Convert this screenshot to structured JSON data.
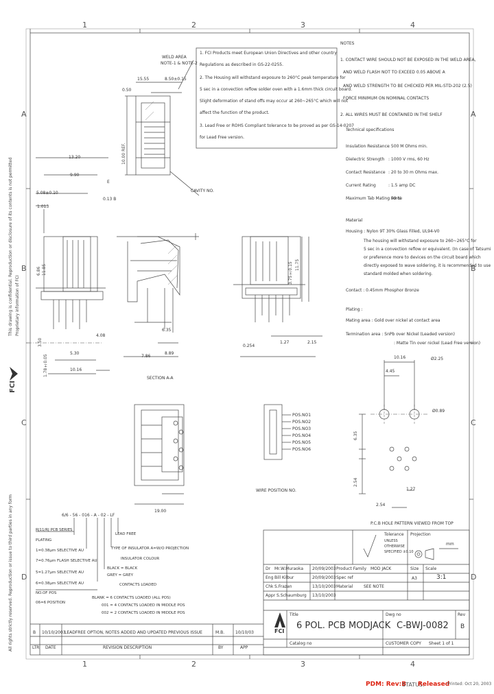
{
  "zones": {
    "top": [
      "1",
      "2",
      "3",
      "4"
    ],
    "bottom": [
      "1",
      "2",
      "3",
      "4"
    ],
    "left": [
      "A",
      "B",
      "C",
      "D"
    ],
    "right": [
      "A",
      "B",
      "C",
      "D"
    ]
  },
  "margin_notice": {
    "top": "This drawing is confidential. Reproduction or disclosure of its contents is not permitted",
    "mid": "Proprietary information of FCI",
    "bottom": "All rights strictly reserved. Reproduction or issue to third parties in any form"
  },
  "logo_side": "FCI",
  "notes_box": [
    "1. FCI Products meet European Union Directives and other country",
    "Regulations as described in GS-22-0255.",
    "2. The Housing will withstand exposure to 260°C peak temperature for",
    "5 sec in a convection reflow solder oven with a 1.6mm thick circuit board.",
    "Slight deformation of stand offs may occur at 260~265°C which will not",
    "affect the function of the product.",
    "3. Lead Free or ROHS Compliant tolerance to be proved as per GS-14-0207",
    "for Lead Free version."
  ],
  "notes_header": "NOTES",
  "notes_right": [
    "1. CONTACT WIRE SHOULD NOT BE EXPOSED IN THE WELD AREA,",
    "AND WELD FLASH NOT TO EXCEED 0.05 ABOVE A",
    "AND WELD STRENGTH TO BE CHECKED PER MIL-STD-202 (2.5)",
    "FORCE MINIMUM ON NOMINAL CONTACTS",
    "2. ALL WIRES MUST BE CONTAINED IN THE SHELF"
  ],
  "tech_spec_header": "Technical specifications",
  "tech_specs": [
    {
      "label": "Insulation Resistance",
      "value": ":  500 M Ohms min."
    },
    {
      "label": "Dielectric Strength",
      "value": ":  1000 V rms, 60 Hz"
    },
    {
      "label": "Contact Resistance",
      "value": ":  20 to 30 m Ohms max."
    },
    {
      "label": "Current Rating",
      "value": ":  1.5 amp DC"
    },
    {
      "label": "Maximum Tab Mating Force",
      "value": ":  90 N"
    }
  ],
  "material_header": "Material",
  "material_lines": [
    "Housing : Nylon 9T 30% Glass Filled, UL94-V0",
    "The housing will withstand exposure to 260~265°C for",
    "5 sec in a convection reflow or equivalent. (In case of Tatsumi",
    "or preference more to devices on the circuit board which",
    "directly exposed to wave soldering, it is recommended to use",
    "standard molded when soldering."
  ],
  "contact_line": "Contact : 0.45mm Phosphor Bronze",
  "plating_header": "Plating :",
  "plating_lines": [
    "Mating area : Gold over nickel at contact area",
    "Termination area : SnPb over Nickel (Leaded version)",
    ": Matte Tin over nickel (Lead Free version)"
  ],
  "dims": {
    "d1555": "15.55",
    "d850": "8.50±0.15",
    "weld_area": "WELD AREA",
    "note_ref": "NOTE-1 & NOTE-2",
    "d050": "0.50",
    "d1000ref": "10.00 REF.",
    "cavity": "CAVITY NO.",
    "d1320": "13.20",
    "d990": "9.90",
    "d508": "5.08±0.10",
    "d1013": "1.013",
    "e_label": "E",
    "tol013": "0.13 B",
    "d686": "6.86",
    "d1185": "11.85",
    "d350": "3.50",
    "d1780": "1.78±0.05",
    "d408": "4.08",
    "d530": "5.30",
    "d1016a": "10.16",
    "d635": "6.35",
    "d786": "7.86",
    "d889": "8.89",
    "section": "SECTION A-A",
    "d1175": "11.75",
    "d3750": "3.75±0.15",
    "d0254": "0.254",
    "d127a": "1.27",
    "d215": "2.15",
    "d1016b": "10.16",
    "d225": "Ø2.25",
    "d445": "4.45",
    "d089": "Ø0.89",
    "d635b": "6.35",
    "d254a": "2.54",
    "d127b": "1.27",
    "d254b": "2.54",
    "d1900": "19.00",
    "wire_position": "WIRE POSITION NO.",
    "pcb_hole": "P.C.B HOLE PATTERN VIEWED FROM TOP"
  },
  "wire_labels": [
    "POS.NO1",
    "POS.NO2",
    "POS.NO3",
    "POS.NO4",
    "POS.NO5",
    "POS.NO6"
  ],
  "part_code": "6/6 - 56 - 016 - A - 02 - LF",
  "part_legend": [
    "RJ11/RJ PCB SERIES",
    "PLATING",
    "1=0.38µm SELECTIVE AU",
    "7=0.76µm FLASH SELECTIVE AU",
    "5=1.27µm SELECTIVE AU",
    "6=0.38µm SELECTIVE AU",
    "NO.OF POS",
    "06=6 POSITION",
    "LEAD FREE",
    "TYPE OF INSULATOR  A=W/O PROJECTION",
    "INSULATOR COLOUR",
    "BLACK = BLACK",
    "GREY = GREY",
    "CONTACTS LOADED",
    "BLANK = 6 CONTACTS LOADED (ALL POS)",
    "001 = 4 CONTACTS LOADED IN MIDDLE POS",
    "002 = 2 CONTACTS LOADED IN MIDDLE POS"
  ],
  "revision": {
    "letter": "B",
    "date": "10/10/2003",
    "desc": "LEADFREE OPTION, NOTES ADDED AND UPDATED PREVIOUS ISSUE",
    "hdr_letter": "LTR",
    "hdr_date": "DATE",
    "hdr_desc": "REVISION DESCRIPTION",
    "hdr_by": "BY",
    "hdr_app": "APP",
    "by": "M.B.",
    "app": "10/10/03"
  },
  "title_block": {
    "tolerance": "Tolerance",
    "tol_lines": [
      "UNLESS",
      "OTHERWISE",
      "SPECIFIED ±0.10"
    ],
    "projection": "Projection",
    "unit": "mm",
    "dr_label": "Dr",
    "dr_name": "Mr.W.Muraoka",
    "dr_date": "20/09/2003",
    "eng_label": "Eng",
    "eng_name": "Bill Kilbur",
    "eng_date": "20/09/2003",
    "chk_label": "Chk",
    "chk_name": "S.Frazan",
    "chk_date": "13/10/2003",
    "appr_label": "Appr",
    "appr_name": "S.Schaumburg",
    "appr_date": "13/10/2003",
    "pf_label": "Product Family",
    "pf_value": "MOD JACK",
    "spec_label": "Spec ref",
    "mat_label": "Material",
    "mat_value": "SEE NOTE",
    "size_label": "Size",
    "size_value": "A3",
    "scale_label": "Scale",
    "scale_value": "3:1",
    "title_label": "Title",
    "title_value": "6 POL. PCB MODJACK",
    "dwg_label": "Dwg no",
    "dwg_value": "C-BWJ-0082",
    "rev_label": "Rev",
    "rev_value": "B",
    "catalog_label": "Catalog no",
    "customer_label": "CUSTOMER COPY",
    "sheet_label": "Sheet 1 of 1",
    "logo": "FCI"
  },
  "pdm": {
    "pdm": "PDM: Rev:B",
    "status_label": "STATUS:",
    "status_value": "Released",
    "printed": "Printed: Oct 20, 2003"
  }
}
